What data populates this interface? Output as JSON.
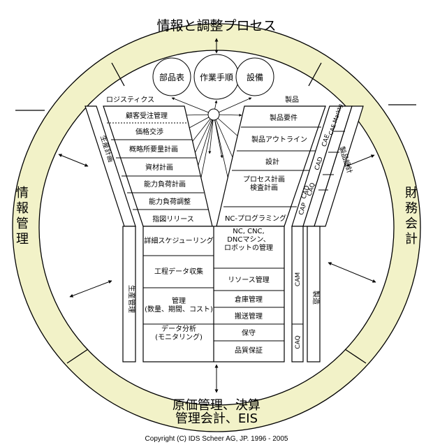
{
  "ring": {
    "top": "情報と調整プロセス",
    "left": [
      "情",
      "報",
      "管",
      "理"
    ],
    "right": [
      "財",
      "務",
      "会",
      "計"
    ],
    "bottom_line1": "原価管理、決算",
    "bottom_line2": "管理会計、EIS"
  },
  "bubbles": [
    "部品表",
    "作業手順",
    "設備"
  ],
  "headers": {
    "left": "ロジスティクス",
    "right": "製品"
  },
  "left_funnel": [
    "顧客受注管理",
    "価格交渉",
    "概略所要量計画",
    "資材計画",
    "能力負荷計画",
    "能力負荷調整",
    "指図リリース"
  ],
  "right_funnel": [
    "製品要件",
    "製品アウトライン",
    "設計",
    "プロセス計画\n検査計画",
    "NC-プログラミング"
  ],
  "lower_left": [
    "詳細スケジューリング",
    "工程データ収集",
    "管理\n(数量、期間、コスト)",
    "データ分析\n(モニタリング)"
  ],
  "lower_right": [
    "NC, CNC,\nDNCマシン、\nロボットの管理",
    "リソース管理",
    "倉庫管理",
    "搬送管理",
    "保守",
    "品質保証"
  ],
  "side_labels": {
    "seisan_keikaku": "生産計画",
    "seisan_kanri": "生産管理",
    "seihin_sekkei": "製品設計",
    "seizou": "製造",
    "cae_marktg": "CAE Marktg",
    "cae": "CAE",
    "cad1": "CAD",
    "cad2": "CAD",
    "caq1": "CAQ",
    "cap": "CAP",
    "cam": "CAM",
    "caq2": "CAQ"
  },
  "copyright": "Copyright (C) IDS Scheer AG, JP. 1996 - 2005",
  "colors": {
    "ring_fill": "#f2f2c8",
    "line": "#000000"
  }
}
